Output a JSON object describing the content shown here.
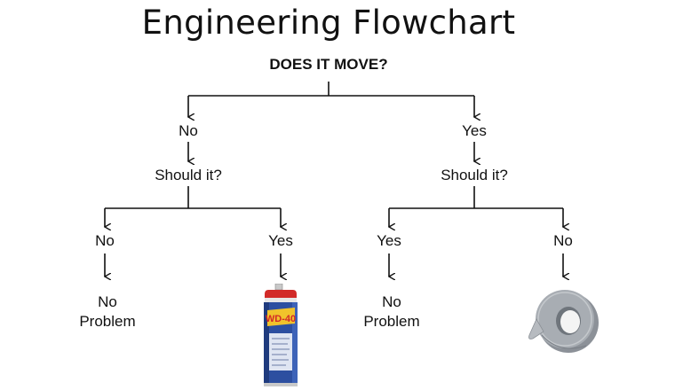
{
  "title": "Engineering Flowchart",
  "root_question": "DOES IT MOVE?",
  "branches": {
    "left": {
      "answer": "No",
      "question": "Should it?",
      "children": [
        {
          "answer": "No",
          "outcome_line1": "No",
          "outcome_line2": "Problem"
        },
        {
          "answer": "Yes",
          "outcome_image": "wd-40-can",
          "can_label": "WD-40"
        }
      ]
    },
    "right": {
      "answer": "Yes",
      "question": "Should it?",
      "children": [
        {
          "answer": "Yes",
          "outcome_line1": "No",
          "outcome_line2": "Problem"
        },
        {
          "answer": "No",
          "outcome_image": "duct-tape-roll"
        }
      ]
    }
  },
  "colors": {
    "line": "#111111",
    "can_blue": "#2d4fa0",
    "can_yellow": "#f1c22b",
    "can_red": "#d22a28",
    "tape_gray": "#9aa0a6"
  }
}
